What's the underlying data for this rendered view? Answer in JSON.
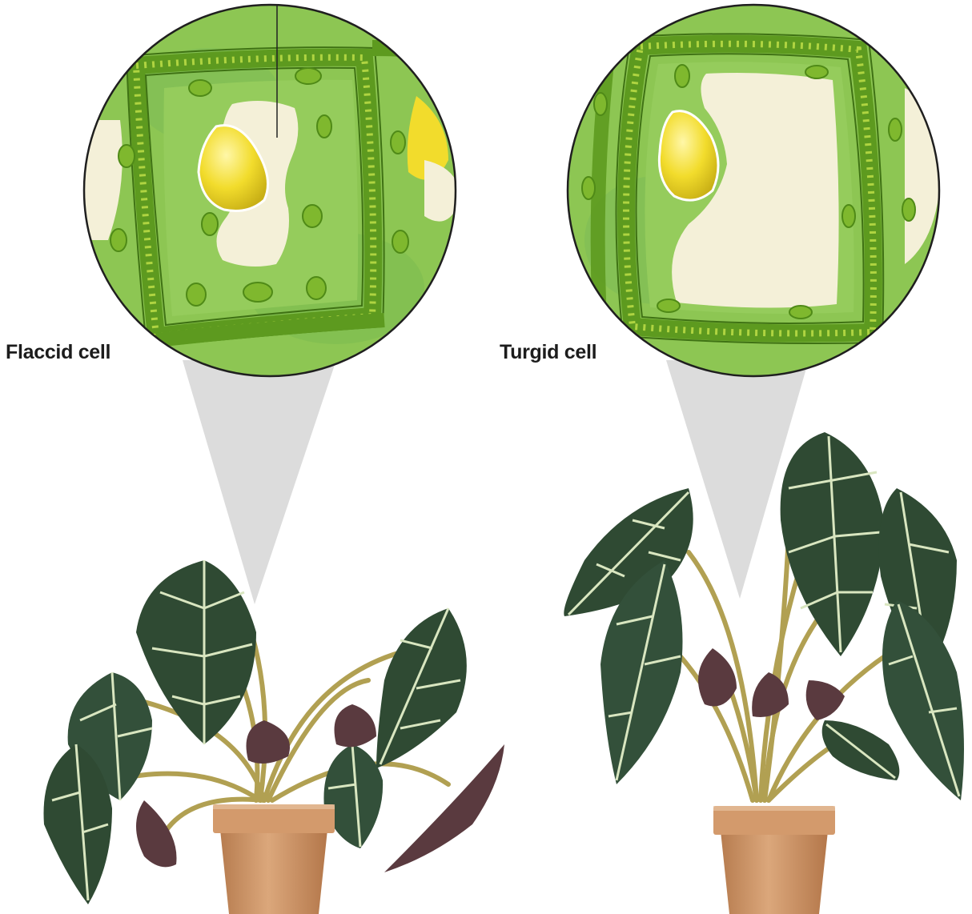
{
  "labels": {
    "flaccid": "Flaccid cell",
    "turgid": "Turgid cell"
  },
  "colors": {
    "cytoplasm": "#8dc653",
    "cytoplasm_dark": "#6fae3c",
    "cell_wall": "#5d9a1f",
    "wall_highlight": "#c4e24a",
    "vacuole": "#f4f0d8",
    "nucleus": "#f2dc2c",
    "chloroplast": "#7fb82e",
    "leaf_dark": "#2f4a33",
    "leaf_vein": "#d9e6c0",
    "leaf_purple": "#5a3a3f",
    "stem": "#b1a052",
    "pot": "#c99063",
    "beam": "#d9d9d9"
  },
  "icons": [
    "flaccid-cell-magnifier",
    "turgid-cell-magnifier",
    "wilted-plant-illustration",
    "upright-plant-illustration"
  ]
}
